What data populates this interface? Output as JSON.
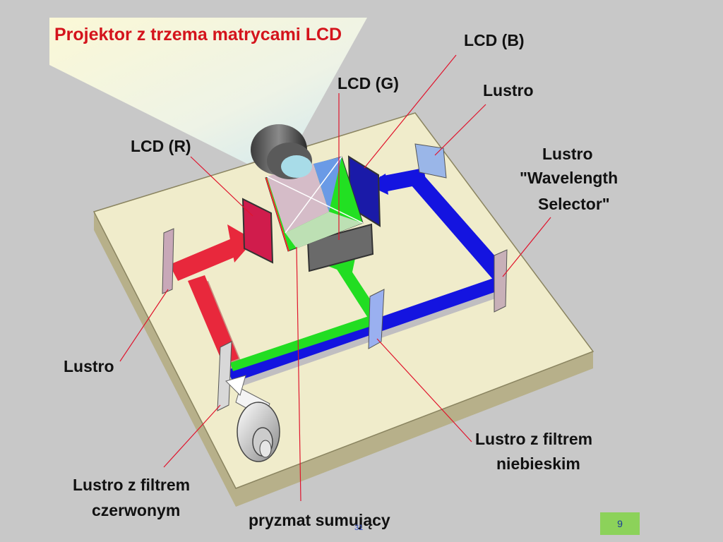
{
  "title": "Projektor z trzema matrycami LCD",
  "labels": {
    "lcd_b": "LCD (B)",
    "lcd_g": "LCD (G)",
    "lcd_r": "LCD (R)",
    "lustro_top": "Lustro",
    "lustro_ws_1": "Lustro",
    "lustro_ws_2": "\"Wavelength",
    "lustro_ws_3": "Selector\"",
    "lustro_left": "Lustro",
    "red_filter_1": "Lustro z filtrem",
    "red_filter_2": "czerwonym",
    "blue_filter_1": "Lustro z filtrem",
    "blue_filter_2": "niebieskim",
    "prism": "pryzmat sumujący"
  },
  "slide_number": "31",
  "page_number": "9",
  "colors": {
    "background": "#c8c8c8",
    "board": "#f0eccb",
    "red_beam": "#e8283c",
    "green_beam": "#22dd22",
    "blue_beam": "#1414e0",
    "title": "#d4141c",
    "badge": "#8cd25a"
  }
}
